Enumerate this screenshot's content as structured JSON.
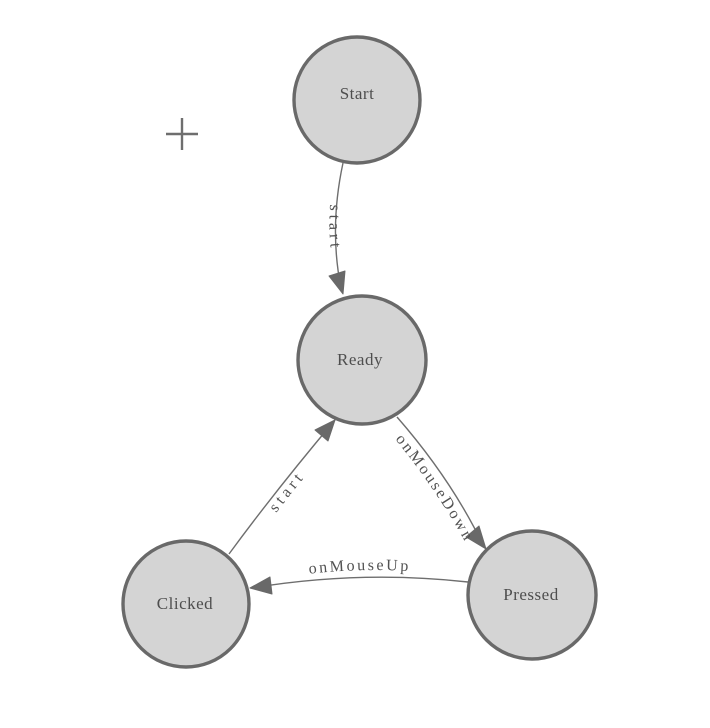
{
  "diagram": {
    "type": "state-machine",
    "colors": {
      "background": "#ffffff",
      "node_fill": "#d4d4d4",
      "node_border": "#696969",
      "edge_line": "#6e6e6e",
      "arrowhead": "#696969",
      "label_text": "#4e4e4e"
    },
    "canvas": {
      "crosshair_icon": "plus-crosshair"
    },
    "nodes": [
      {
        "id": "start",
        "label": "Start"
      },
      {
        "id": "ready",
        "label": "Ready"
      },
      {
        "id": "clicked",
        "label": "Clicked"
      },
      {
        "id": "pressed",
        "label": "Pressed"
      }
    ],
    "transitions": [
      {
        "from": "Start",
        "to": "Ready",
        "label": "start"
      },
      {
        "from": "Ready",
        "to": "Pressed",
        "label": "onMouseDown"
      },
      {
        "from": "Pressed",
        "to": "Clicked",
        "label": "onMouseUp"
      },
      {
        "from": "Clicked",
        "to": "Ready",
        "label": "start"
      }
    ]
  }
}
